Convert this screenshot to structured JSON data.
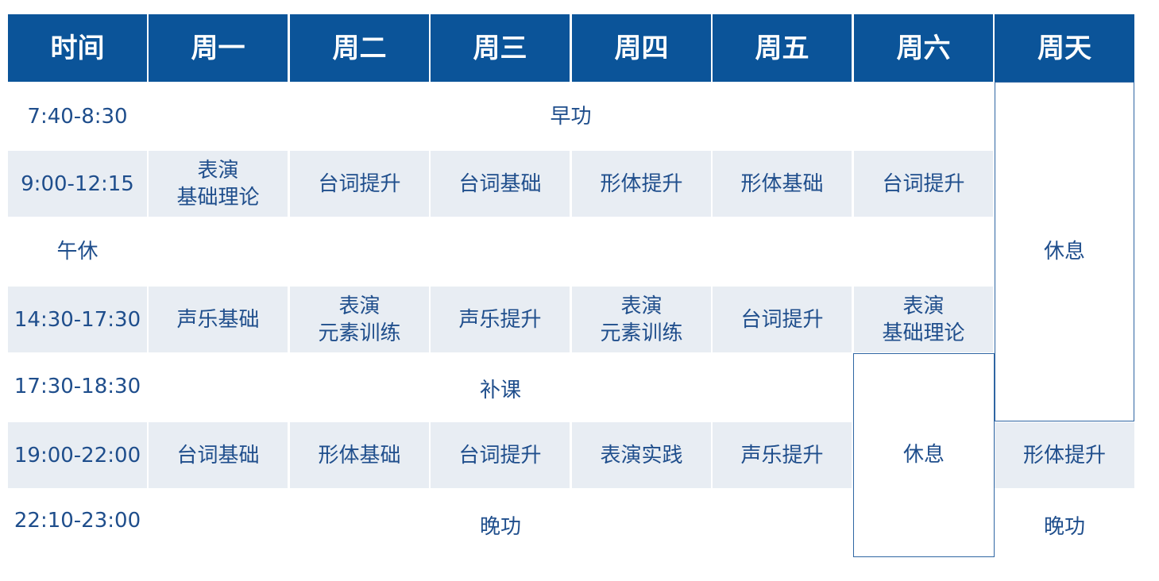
{
  "header": {
    "time": "时间",
    "mon": "周一",
    "tue": "周二",
    "wed": "周三",
    "thu": "周四",
    "fri": "周五",
    "sat": "周六",
    "sun": "周天"
  },
  "rows": {
    "r1": {
      "time": "7:40-8:30",
      "span": "早功"
    },
    "r2": {
      "time": "9:00-12:15",
      "mon": "表演\n基础理论",
      "tue": "台词提升",
      "wed": "台词基础",
      "thu": "形体提升",
      "fri": "形体基础",
      "sat": "台词提升"
    },
    "r3": {
      "time": "午休"
    },
    "r4": {
      "time": "14:30-17:30",
      "mon": "声乐基础",
      "tue": "表演\n元素训练",
      "wed": "声乐提升",
      "thu": "表演\n元素训练",
      "fri": "台词提升",
      "sat": "表演\n基础理论"
    },
    "r5": {
      "time": "17:30-18:30",
      "span": "补课"
    },
    "r6": {
      "time": "19:00-22:00",
      "mon": "台词基础",
      "tue": "形体基础",
      "wed": "台词提升",
      "thu": "表演实践",
      "fri": "声乐提升",
      "sun": "形体提升"
    },
    "r7": {
      "time": "22:10-23:00",
      "span": "晚功",
      "sun": "晚功"
    }
  },
  "sunday_rest": "休息",
  "saturday_rest": "休息",
  "colors": {
    "header_bg": "#0b5499",
    "header_text": "#ffffff",
    "shade": "#e8edf3",
    "text": "#1f4e8c",
    "border": "#2f66a3"
  }
}
